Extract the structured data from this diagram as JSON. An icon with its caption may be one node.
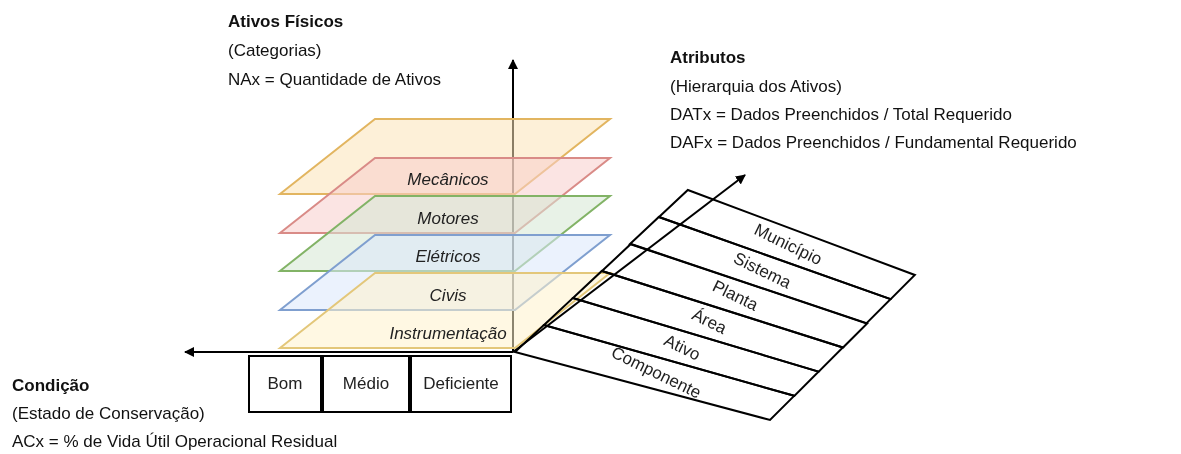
{
  "diagram": {
    "nodes": [
      {
        "text": [
          "Mecânicos"
        ]
      },
      {
        "text": [
          "Motores"
        ]
      },
      {
        "text": [
          "Elétricos"
        ]
      },
      {
        "text": [
          "Civis"
        ]
      },
      {
        "text": [
          "Instrumentação"
        ]
      },
      {
        "text": [
          "Bom"
        ]
      },
      {
        "text": [
          "Médio"
        ]
      },
      {
        "text": [
          "Deficiente"
        ]
      },
      {
        "text": [
          "Município"
        ]
      },
      {
        "text": [
          "Sistema"
        ]
      },
      {
        "text": [
          "Planta"
        ]
      },
      {
        "text": [
          "Área"
        ]
      },
      {
        "text": [
          "Ativo"
        ]
      },
      {
        "text": [
          "Componente"
        ]
      }
    ],
    "labels": [
      "Ativos Físicos",
      "(Categorias)",
      "NAx = Quantidade de Ativos",
      "Atributos",
      "(Hierarquia dos Ativos)",
      "DATx = Dados Preenchidos / Total Requerido",
      "DAFx = Dados Preenchidos / Fundamental Requerido",
      "Condição",
      "(Estado de Conservação)",
      "ACx = % de Vida Útil Operacional Residual"
    ]
  }
}
